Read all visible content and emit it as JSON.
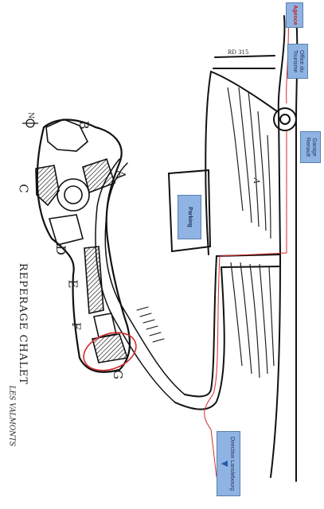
{
  "map": {
    "title": "REPERAGE CHALET",
    "subtitle": "LES VALMONTS",
    "buildings": [
      "A",
      "B",
      "C",
      "D",
      "E",
      "F",
      "G"
    ],
    "north": "N",
    "road_label": "RD 315",
    "road_label2": "A",
    "highlight_color": "#d42a2a",
    "route_color": "#d42a2a",
    "labels": {
      "agence": "Agence",
      "office": "Office du Tourisme",
      "garage": "Garage Renault",
      "parking": "Parking",
      "direction": "Direction Lanslebourg"
    }
  }
}
